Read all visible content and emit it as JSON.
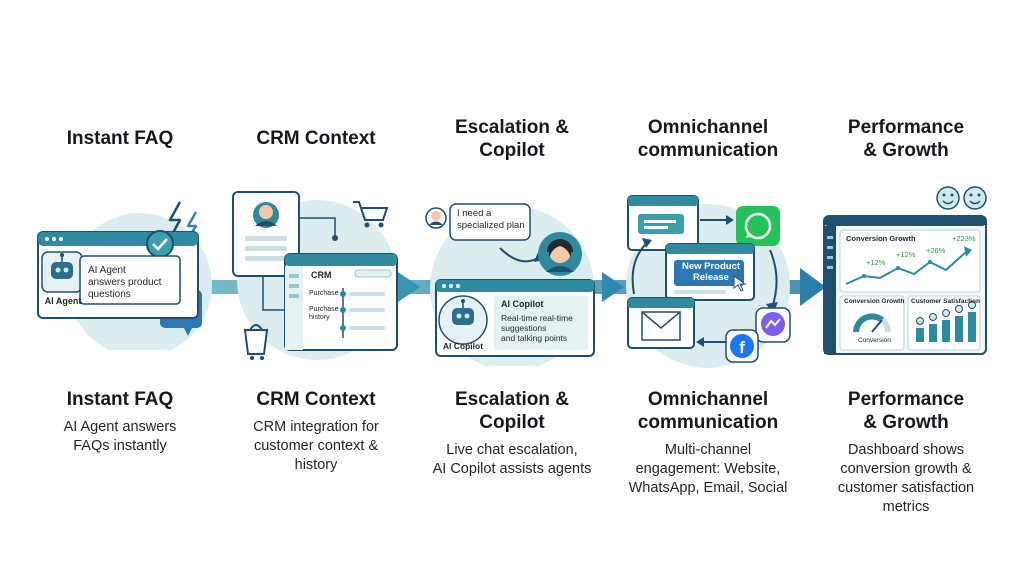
{
  "stages": [
    {
      "title_lines": [
        "Instant FAQ"
      ],
      "caption_title_lines": [
        "Instant FAQ"
      ],
      "caption_lines": [
        "AI Agent answers",
        "FAQs instantly"
      ],
      "illustration": {
        "avatar_label": "AI Agent",
        "bubble_lines": [
          "AI Agent",
          "answers product",
          "questions"
        ],
        "icons": [
          "robot-icon",
          "checkmark-badge-icon",
          "lightning-icon",
          "chat-bubble-icon"
        ]
      }
    },
    {
      "title_lines": [
        "CRM Context"
      ],
      "caption_title_lines": [
        "CRM Context"
      ],
      "caption_lines": [
        "CRM integration for",
        "customer context &",
        "history"
      ],
      "illustration": {
        "panel_title": "CRM",
        "timeline_lines": [
          "Purchase",
          "Purchase",
          "history"
        ],
        "icons": [
          "user-profile-icon",
          "shopping-cart-icon",
          "shopping-bag-icon"
        ]
      }
    },
    {
      "title_lines": [
        "Escalation &",
        "Copilot"
      ],
      "caption_title_lines": [
        "Escalation &",
        "Copilot"
      ],
      "caption_lines": [
        "Live chat escalation,",
        "AI Copilot assists agents"
      ],
      "illustration": {
        "request_lines": [
          "I need a",
          "specialized plan"
        ],
        "copilot_avatar_label": "AI Copilot",
        "copilot_title": "AI Copilot",
        "copilot_lines": [
          "Real-time real-time",
          "suggestions",
          "and talking points"
        ],
        "icons": [
          "customer-avatar-icon",
          "agent-headset-icon",
          "robot-icon"
        ]
      }
    },
    {
      "title_lines": [
        "Omnichannel",
        "communication"
      ],
      "caption_title_lines": [
        "Omnichannel",
        "communication"
      ],
      "caption_lines": [
        "Multi-channel",
        "engagement: Website,",
        "WhatsApp, Email, Social"
      ],
      "illustration": {
        "release_lines": [
          "New Product",
          "Release"
        ],
        "icons": [
          "whatsapp-icon",
          "messenger-icon",
          "facebook-icon",
          "email-icon",
          "chat-window-icon"
        ]
      }
    },
    {
      "title_lines": [
        "Performance",
        "& Growth"
      ],
      "caption_title_lines": [
        "Performance",
        "& Growth"
      ],
      "caption_lines": [
        "Dashboard shows",
        "conversion growth &",
        "customer satisfaction",
        "metrics"
      ],
      "illustration": {
        "chart_title": "Conversion Growth",
        "growth_labels": [
          "+12%",
          "+12%",
          "+26%",
          "+223%"
        ],
        "gauge_title": "Conversion Growth",
        "gauge_caption": "Conversion",
        "satisfaction_title": "Customer Satisfaction",
        "icons": [
          "smiley-icon",
          "smiley-icon",
          "gauge-icon",
          "bar-chart-icon"
        ]
      }
    }
  ],
  "colors": {
    "teal": "#2f8a9d",
    "navy": "#1f4e6e",
    "light_teal": "#e4f2f4",
    "circle": "#dcedf0",
    "green": "#2e9a45",
    "whatsapp": "#25c25c",
    "facebook": "#1877f2"
  }
}
